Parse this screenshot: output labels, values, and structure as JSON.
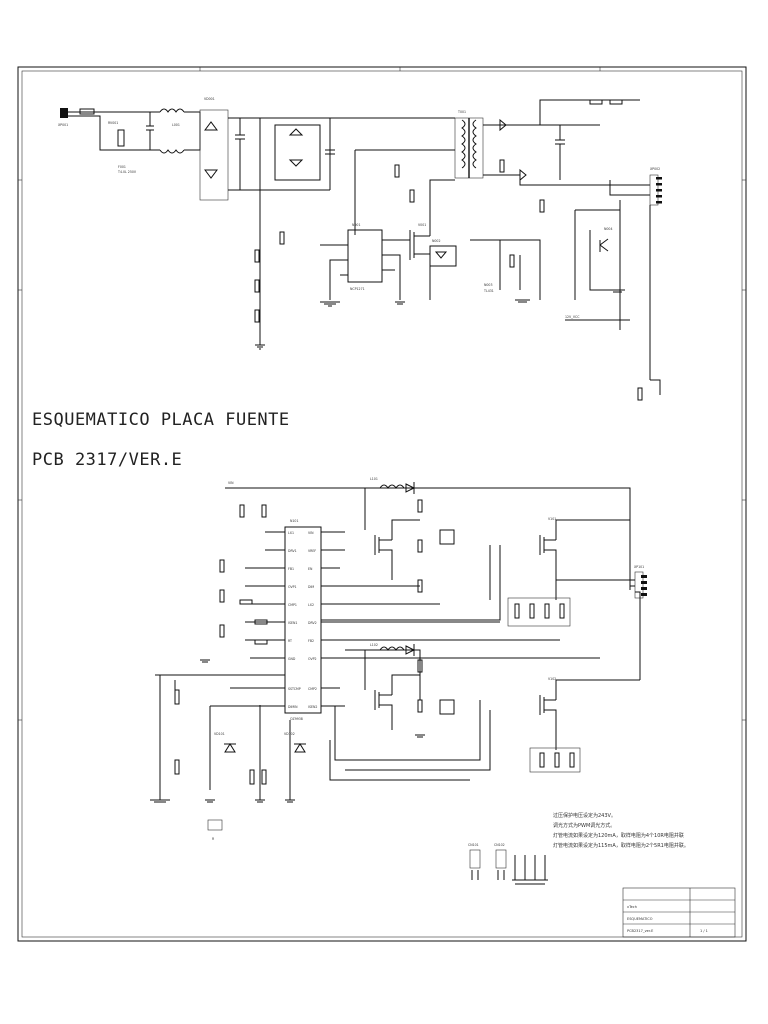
{
  "titles": {
    "line1": "ESQUEMATICO PLACA FUENTE",
    "line2": "PCB 2317/VER.E"
  },
  "notes": [
    "过压保护电压设定为243V。",
    "调光方式为PWM调光方式。",
    "灯管电流如果设定为120mA，取样电阻为4个10R电阻并联",
    "灯管电流如果设定为115mA，取样电阻为2个5R1电阻并联。"
  ],
  "power_section": {
    "connector_input": "XP001",
    "connector_output": "XP002",
    "fuse": "F001",
    "fuse_value": "T4.0L 250V",
    "varistor": "RV001",
    "filter": "L001",
    "bridge": "VD001",
    "transformer": "T001",
    "controller": "N001",
    "controller_part": "NCP1271",
    "optocoupler": "N002",
    "reference": "N003",
    "reference_part": "TL431",
    "mosfet": "V001",
    "regulator": "N004",
    "vcc_label": "12V_VCC"
  },
  "inverter_section": {
    "controller": "N101",
    "controller_part": "OZ9938",
    "mosfet_a": "V101",
    "mosfet_b": "V102",
    "inductor_a": "L101",
    "inductor_b": "L102",
    "output_connector": "XP101",
    "jumper_a": "CN101",
    "jumper_b": "CN102",
    "pins_left": [
      "LX1",
      "DRV1",
      "FB1",
      "OVP1",
      "CMP1",
      "ISEN1",
      "RT",
      "GND",
      "SSTCMP",
      "DIMIN"
    ],
    "pins_right": [
      "VIN",
      "VREF",
      "EN",
      "DIM",
      "LX2",
      "DRV2",
      "FB2",
      "OVP2",
      "CMP2",
      "ISEN2"
    ]
  },
  "title_block": {
    "company": "xTech",
    "drawing": "ESQUEMATICO",
    "code": "PCB2317_ver.E",
    "sheet": "1 / 1"
  }
}
